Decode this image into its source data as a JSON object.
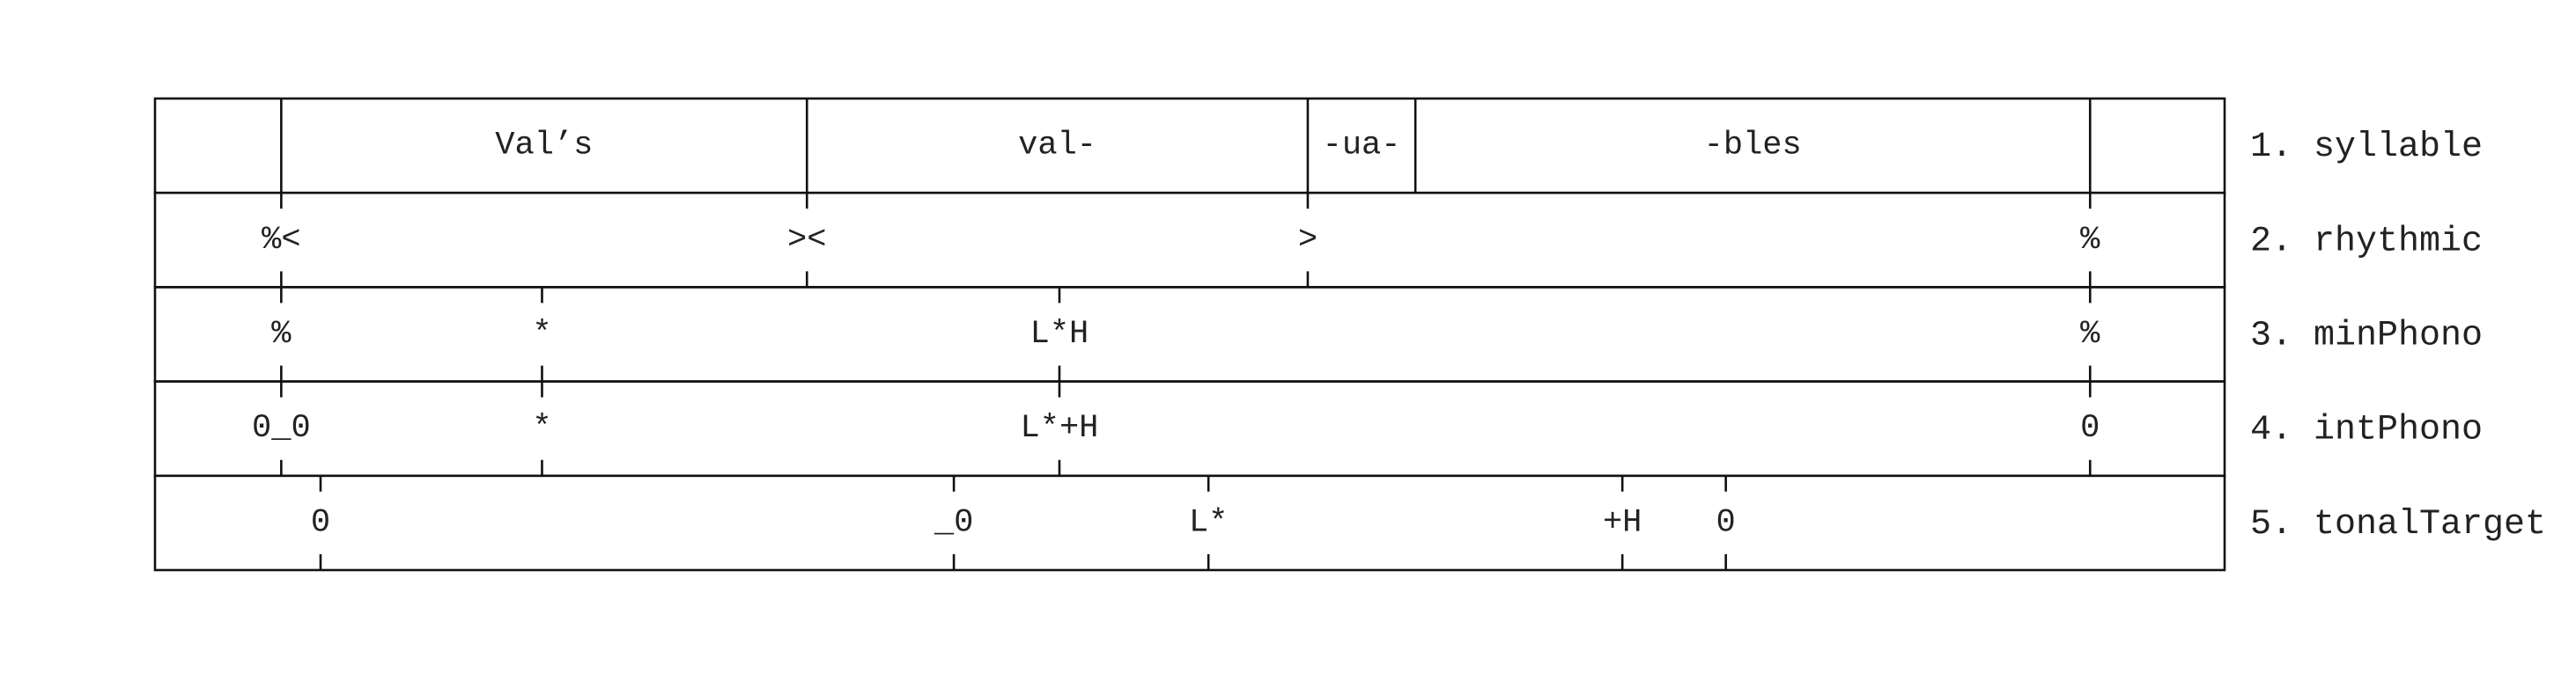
{
  "tiers": [
    {
      "label": "1. syllable",
      "kind": "interval",
      "boundaries": [
        0.061,
        0.315,
        0.557,
        0.609,
        0.935
      ],
      "intervals": [
        {
          "text": "",
          "from": 0.0,
          "to": 0.061
        },
        {
          "text": "Val’s",
          "from": 0.061,
          "to": 0.315
        },
        {
          "text": "val-",
          "from": 0.315,
          "to": 0.557
        },
        {
          "text": "-ua-",
          "from": 0.557,
          "to": 0.609
        },
        {
          "text": "-bles",
          "from": 0.609,
          "to": 0.935
        },
        {
          "text": "",
          "from": 0.935,
          "to": 1.0
        }
      ]
    },
    {
      "label": "2. rhythmic",
      "kind": "point",
      "points": [
        {
          "t": 0.061,
          "text": "%<"
        },
        {
          "t": 0.315,
          "text": "><"
        },
        {
          "t": 0.557,
          "text": ">"
        },
        {
          "t": 0.935,
          "text": "%"
        }
      ]
    },
    {
      "label": "3. minPhono",
      "kind": "point",
      "points": [
        {
          "t": 0.061,
          "text": "%"
        },
        {
          "t": 0.187,
          "text": "*"
        },
        {
          "t": 0.437,
          "text": "L*H"
        },
        {
          "t": 0.935,
          "text": "%"
        }
      ]
    },
    {
      "label": "4. intPhono",
      "kind": "point",
      "points": [
        {
          "t": 0.061,
          "text": "0_0"
        },
        {
          "t": 0.187,
          "text": "*"
        },
        {
          "t": 0.437,
          "text": "L*+H"
        },
        {
          "t": 0.935,
          "text": "0"
        }
      ]
    },
    {
      "label": "5. tonalTarget",
      "kind": "point",
      "points": [
        {
          "t": 0.08,
          "text": "0"
        },
        {
          "t": 0.386,
          "text": "_0"
        },
        {
          "t": 0.509,
          "text": "L*"
        },
        {
          "t": 0.709,
          "text": "+H"
        },
        {
          "t": 0.759,
          "text": "0"
        }
      ]
    }
  ]
}
